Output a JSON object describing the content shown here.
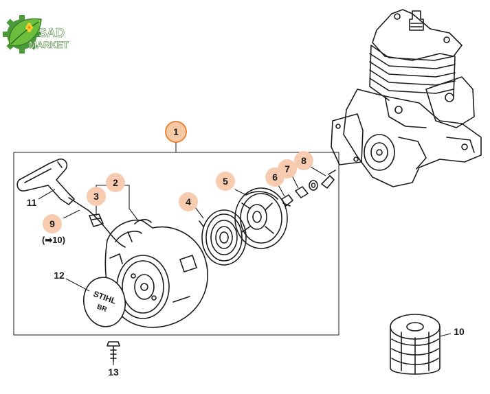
{
  "logo": {
    "line1": "SAD",
    "line2": "MARKET",
    "color": "#4a9a3a"
  },
  "accent_color": "#f2b48c",
  "assembly_callout": {
    "label": "1",
    "ring_color": "#e8873a"
  },
  "callouts": [
    {
      "id": "2",
      "label": "2",
      "highlighted": true
    },
    {
      "id": "3",
      "label": "3",
      "highlighted": true
    },
    {
      "id": "4",
      "label": "4",
      "highlighted": true
    },
    {
      "id": "5",
      "label": "5",
      "highlighted": true
    },
    {
      "id": "6",
      "label": "6",
      "highlighted": true
    },
    {
      "id": "7",
      "label": "7",
      "highlighted": true
    },
    {
      "id": "8",
      "label": "8",
      "highlighted": true
    },
    {
      "id": "9",
      "label": "9",
      "highlighted": true
    },
    {
      "id": "10",
      "label": "10",
      "highlighted": false
    },
    {
      "id": "11",
      "label": "11",
      "highlighted": false
    },
    {
      "id": "12",
      "label": "12",
      "highlighted": false
    },
    {
      "id": "13",
      "label": "13",
      "highlighted": false
    }
  ],
  "see_ref": "(➡10)",
  "brand_plate": {
    "brand": "STIHL",
    "model": "BR"
  }
}
